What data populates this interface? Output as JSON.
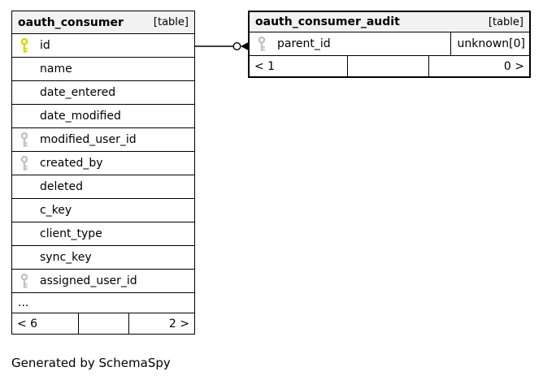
{
  "footer_note": "Generated by SchemaSpy",
  "colors": {
    "bg": "#ffffff",
    "header_bg": "#f2f2f2",
    "border": "#000000",
    "pk_key": "#d8d800",
    "fk_key": "#c2c2c2"
  },
  "connector": {
    "from_table": "oauth_consumer",
    "from_column": "id",
    "to_table": "oauth_consumer_audit",
    "to_column": "parent_id",
    "style": "open-circle with filled arrowhead pointing to parent table"
  },
  "tables": [
    {
      "id": "oauth_consumer",
      "title": "oauth_consumer",
      "badge": "[table]",
      "emphasized": false,
      "columns": [
        {
          "name": "id",
          "key": "primary"
        },
        {
          "name": "name",
          "key": null
        },
        {
          "name": "date_entered",
          "key": null
        },
        {
          "name": "date_modified",
          "key": null
        },
        {
          "name": "modified_user_id",
          "key": "foreign"
        },
        {
          "name": "created_by",
          "key": "foreign"
        },
        {
          "name": "deleted",
          "key": null
        },
        {
          "name": "c_key",
          "key": null
        },
        {
          "name": "client_type",
          "key": null
        },
        {
          "name": "sync_key",
          "key": null
        },
        {
          "name": "assigned_user_id",
          "key": "foreign"
        }
      ],
      "ellipsis": "...",
      "footer": {
        "left": "< 6",
        "middle": "",
        "right": "2 >"
      }
    },
    {
      "id": "oauth_consumer_audit",
      "title": "oauth_consumer_audit",
      "badge": "[table]",
      "emphasized": true,
      "columns": [
        {
          "name": "parent_id",
          "key": "foreign",
          "type": "unknown[0]"
        }
      ],
      "ellipsis": null,
      "footer": {
        "left": "< 1",
        "middle": "",
        "right": "0 >"
      }
    }
  ]
}
